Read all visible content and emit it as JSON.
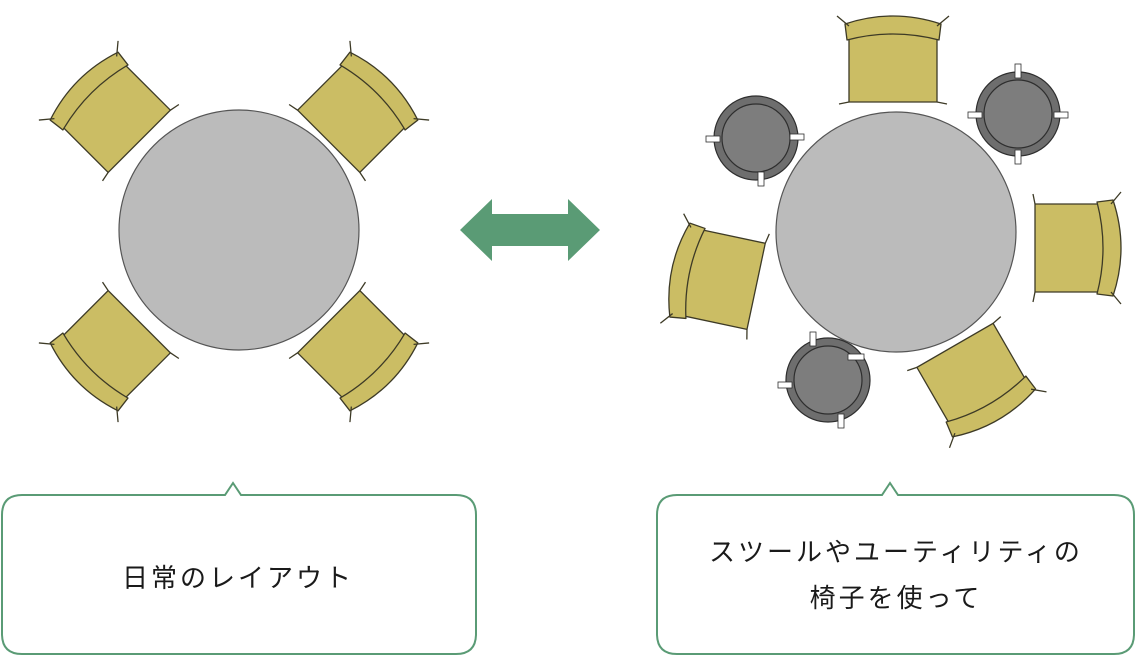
{
  "colors": {
    "table": "#bbbbbb",
    "table_stroke": "#555555",
    "chair_fill": "#cbbd64",
    "chair_stroke": "#3d3a26",
    "stool_fill": "#7d7d7d",
    "stool_rim": "#5a5a5a",
    "stool_stroke": "#2e2e2e",
    "arrow": "#5a9b75",
    "bubble_stroke": "#5a9b75"
  },
  "icons": {
    "chair": "armchair-icon",
    "stool": "stool-icon",
    "arrow": "double-arrow-icon"
  },
  "captions": {
    "left": "日常のレイアウト",
    "right_line1": "スツールやユーティリティの",
    "right_line2": "椅子を使って"
  }
}
